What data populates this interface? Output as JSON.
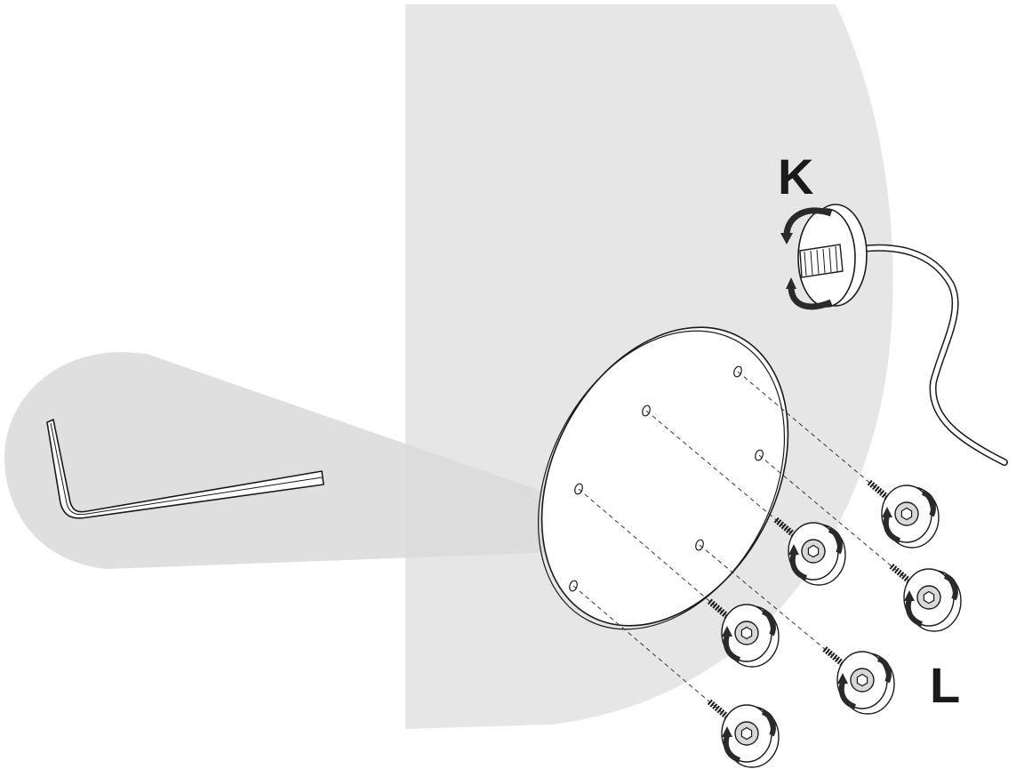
{
  "diagram": {
    "labels": {
      "cap_step": "K",
      "screws_step": "L"
    },
    "colors": {
      "background_panel": "#e6e6e6",
      "callout_panel": "#e3e3e3",
      "line": "#1a1a1a",
      "arrow": "#2a2a2a"
    },
    "parts": {
      "hex_key": "allen-key",
      "base_plate": "round-plate",
      "screw_count": 6,
      "cap_with_cord": "ceiling-cap"
    }
  }
}
